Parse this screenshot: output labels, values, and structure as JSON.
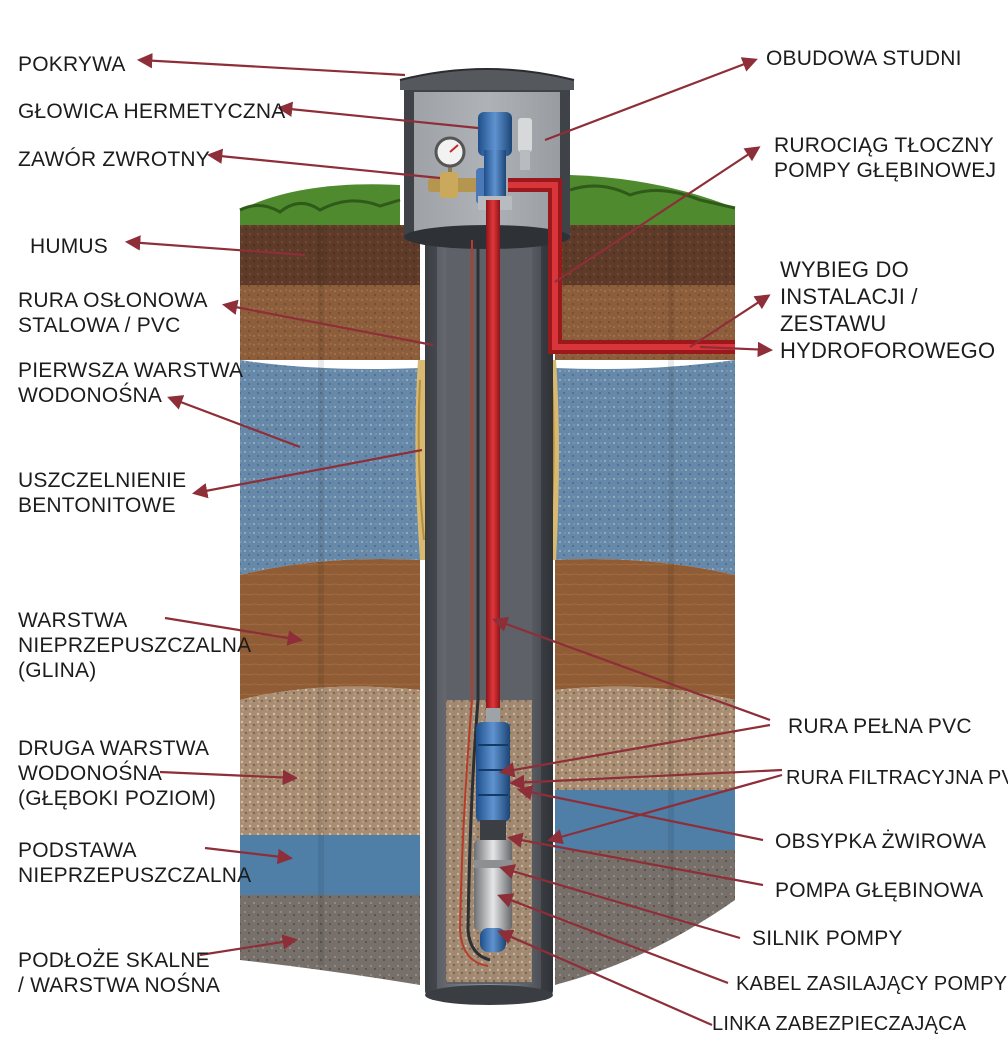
{
  "colors": {
    "arrow": "#8e2e38",
    "pipe": "#c8232a",
    "casing": "#4a4d52",
    "grass": "#4f8a2e",
    "humus": "#5a3a28",
    "clay": "#8a5a35",
    "aquifer": "#5f86a8",
    "gravel": "#a48a6c",
    "bedrock": "#6e6a68"
  },
  "labels_left": {
    "pokrywa": [
      "POKRYWA"
    ],
    "glowica": [
      "GŁOWICA HERMETYCZNA"
    ],
    "zawor": [
      "ZAWÓR ZWROTNY"
    ],
    "humus": [
      "HUMUS"
    ],
    "rura_oslonowa": [
      "RURA OSŁONOWA",
      "STALOWA / PVC"
    ],
    "pierwsza_warstwa": [
      "PIERWSZA WARSTWA",
      "WODONOŚNA"
    ],
    "uszczelnienie": [
      "USZCZELNIENIE",
      "BENTONITOWE"
    ],
    "warstwa_nieprzepuszczalna": [
      "WARSTWA",
      "NIEPRZEPUSZCZALNA",
      "(GLINA)"
    ],
    "druga_warstwa": [
      "DRUGA WARSTWA",
      "WODONOŚNA",
      "(GŁĘBOKI POZIOM)"
    ],
    "podstawa": [
      "PODSTAWA",
      "NIEPRZEPUSZCZALNA"
    ],
    "podloze": [
      "PODŁOŻE SKALNE",
      "/ WARSTWA NOŚNA"
    ]
  },
  "labels_right": {
    "obudowa": [
      "OBUDOWA STUDNI"
    ],
    "rurociag": [
      "RUROCIĄG TŁOCZNY",
      "POMPY GŁĘBINOWEJ"
    ],
    "wybieg": [
      "WYBIEG DO",
      "INSTALACJI /",
      "ZESTAWU",
      "HYDROFOROWEGO"
    ],
    "rura_pelna": [
      "RURA PEŁNA PVC"
    ],
    "rura_filtracyjna": [
      "RURA FILTRACYJNA PVC"
    ],
    "obsypka": [
      "OBSYPKA ŻWIROWA"
    ],
    "pompa": [
      "POMPA GŁĘBINOWA"
    ],
    "silnik": [
      "SILNIK POMPY"
    ],
    "kabel": [
      "KABEL ZASILAJĄCY POMPY"
    ],
    "linka": [
      "LINKA ZABEZPIECZAJĄCA"
    ]
  },
  "icons": [
    "well-diagram-icon",
    "pump-icon",
    "gauge-icon",
    "valve-icon"
  ]
}
